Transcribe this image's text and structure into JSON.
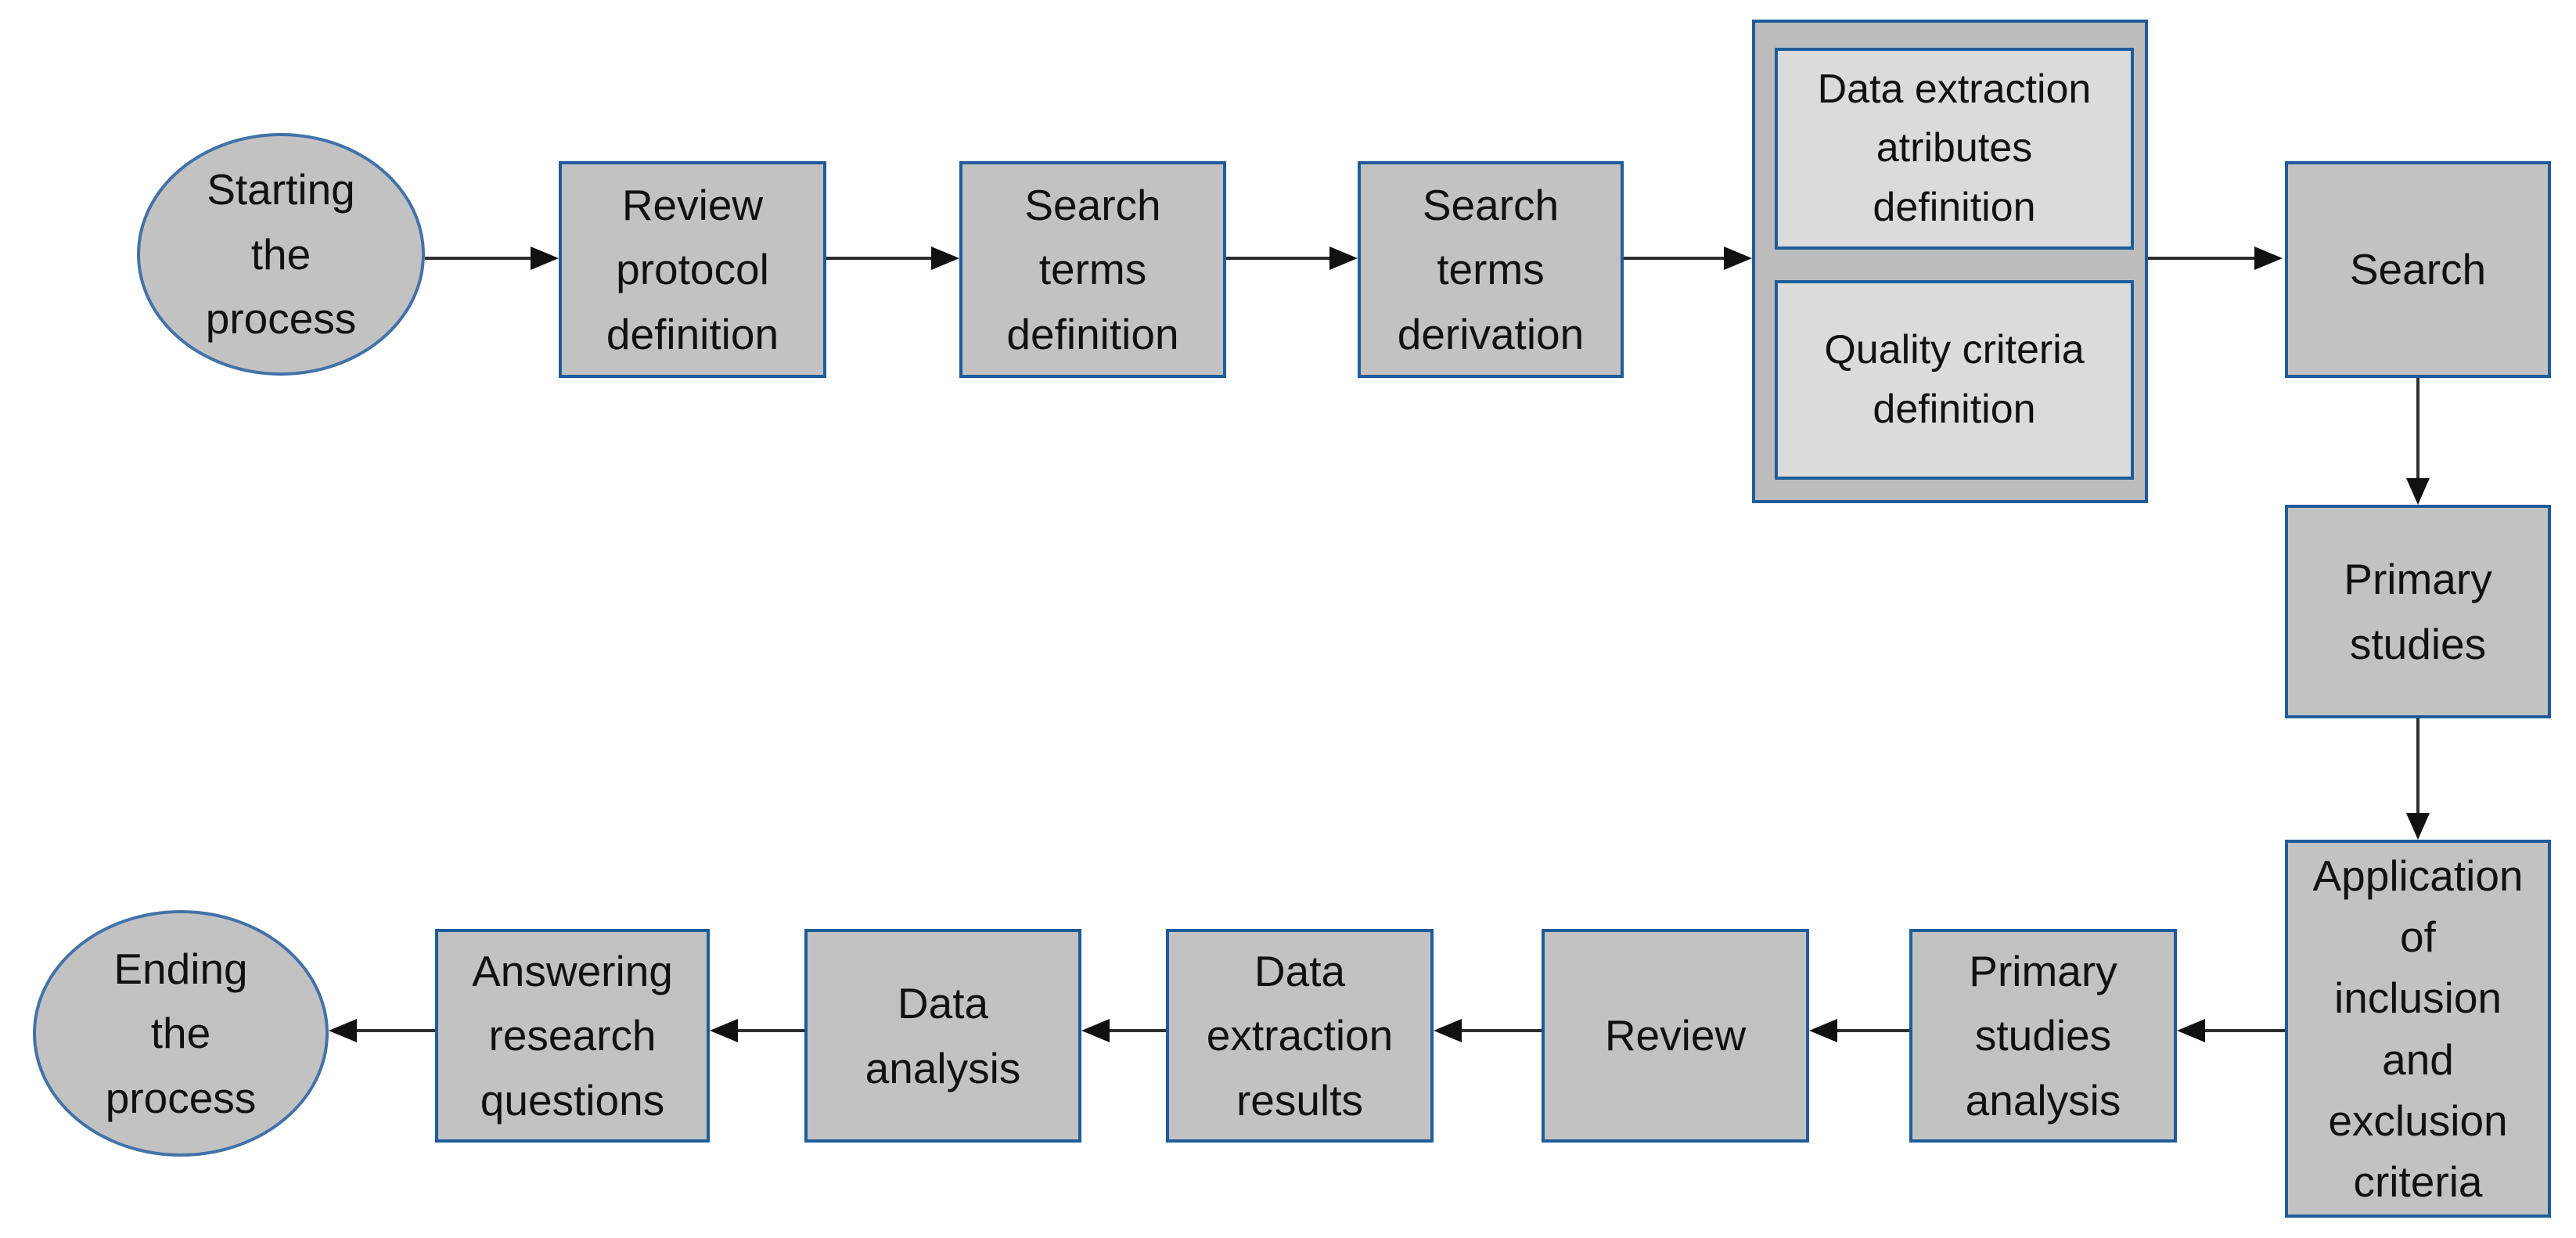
{
  "diagram": {
    "type": "flowchart",
    "nodes": {
      "starting": {
        "label": "Starting\nthe\nprocess",
        "shape": "ellipse"
      },
      "review_protocol_definition": {
        "label": "Review\nprotocol\ndefinition",
        "shape": "rect"
      },
      "search_terms_definition": {
        "label": "Search\nterms\ndefinition",
        "shape": "rect"
      },
      "search_terms_derivation": {
        "label": "Search\nterms\nderivation",
        "shape": "rect"
      },
      "data_extraction_atributes_definition": {
        "label": "Data extraction\natributes\ndefinition",
        "shape": "rect-inner"
      },
      "quality_criteria_definition": {
        "label": "Quality criteria\ndefinition",
        "shape": "rect-inner"
      },
      "search": {
        "label": "Search",
        "shape": "rect"
      },
      "primary_studies": {
        "label": "Primary\nstudies",
        "shape": "rect"
      },
      "application_criteria": {
        "label": "Application\nof\ninclusion\nand\nexclusion\ncriteria",
        "shape": "rect"
      },
      "primary_studies_analysis": {
        "label": "Primary\nstudies\nanalysis",
        "shape": "rect"
      },
      "review": {
        "label": "Review",
        "shape": "rect"
      },
      "data_extraction_results": {
        "label": "Data\nextraction\nresults",
        "shape": "rect"
      },
      "data_analysis": {
        "label": "Data\nanalysis",
        "shape": "rect"
      },
      "answering_research_questions": {
        "label": "Answering\nresearch\nquestions",
        "shape": "rect"
      },
      "ending": {
        "label": "Ending\nthe\nprocess",
        "shape": "ellipse"
      }
    },
    "edges": [
      {
        "from": "starting",
        "to": "review_protocol_definition"
      },
      {
        "from": "review_protocol_definition",
        "to": "search_terms_definition"
      },
      {
        "from": "search_terms_definition",
        "to": "search_terms_derivation"
      },
      {
        "from": "search_terms_derivation",
        "to": "definitions_group"
      },
      {
        "from": "definitions_group",
        "to": "search"
      },
      {
        "from": "search",
        "to": "primary_studies"
      },
      {
        "from": "primary_studies",
        "to": "application_criteria"
      },
      {
        "from": "application_criteria",
        "to": "primary_studies_analysis"
      },
      {
        "from": "primary_studies_analysis",
        "to": "review"
      },
      {
        "from": "review",
        "to": "data_extraction_results"
      },
      {
        "from": "data_extraction_results",
        "to": "data_analysis"
      },
      {
        "from": "data_analysis",
        "to": "answering_research_questions"
      },
      {
        "from": "answering_research_questions",
        "to": "ending"
      }
    ]
  },
  "colors": {
    "background": "#ffffff",
    "node_fill": "#c2c2c2",
    "group_fill": "#bcbcbc",
    "inner_node_fill": "#dbdbdb",
    "border_blue": "#1e5c9b",
    "ellipse_border_blue": "#4272a8",
    "arrow": "#2e2e2e",
    "arrow_head": "#111111",
    "text": "#111111"
  }
}
